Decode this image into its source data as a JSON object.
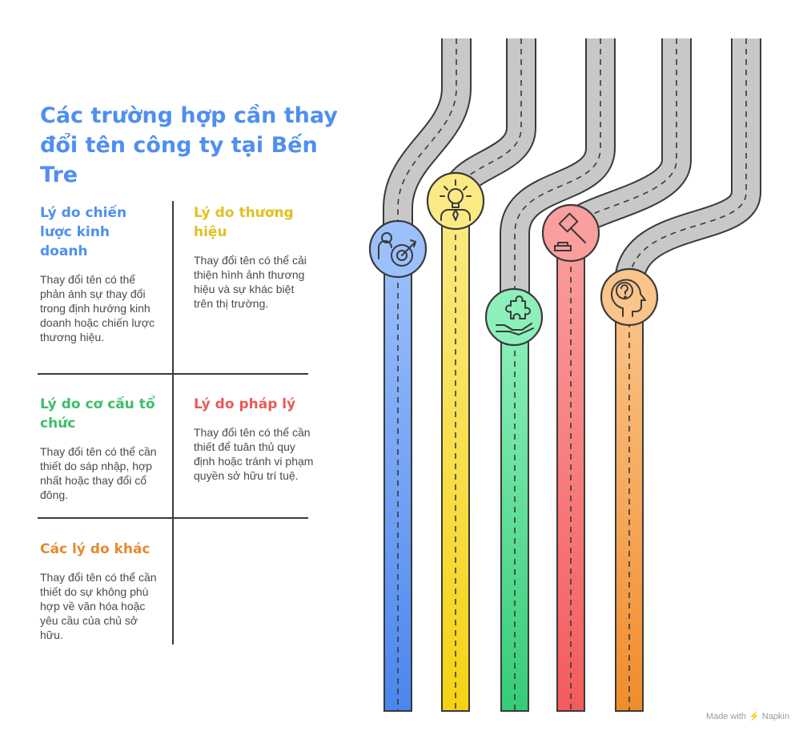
{
  "title_line1": "Các trường hợp cần thay",
  "title_line2": "đổi tên công ty tại Bến Tre",
  "reasons": [
    {
      "heading": "Lý do chiến lược kinh doanh",
      "text": "Thay đổi tên có thể phản ánh sự thay đổi trong định hướng kinh doanh hoặc chiến lược thương hiệu.",
      "color": "#4f8ff0",
      "icon": "target-person-icon"
    },
    {
      "heading": "Lý do thương hiệu",
      "text": "Thay đổi tên có thể cải thiện hình ảnh thương hiệu và sự khác biệt trên thị trường.",
      "color": "#e0c020",
      "icon": "lightbulb-person-icon"
    },
    {
      "heading": "Lý do cơ cấu tổ chức",
      "text": "Thay đổi tên có thể cần thiết do sáp nhập, hợp nhất hoặc thay đổi cổ đông.",
      "color": "#3cbf6a",
      "icon": "puzzle-hand-icon"
    },
    {
      "heading": "Lý do pháp lý",
      "text": "Thay đổi tên có thể cần thiết để tuân thủ quy định hoặc tránh vi phạm quyền sở hữu trí tuệ.",
      "color": "#e85a5a",
      "icon": "gavel-icon"
    },
    {
      "heading": "Các lý do khác",
      "text": "Thay đổi tên có thể cần thiết do sự không phù hợp về văn hóa hoặc yêu cầu của chủ sở hữu.",
      "color": "#e58a2e",
      "icon": "head-question-icon"
    }
  ],
  "footer": "Made with ⚡ Napkin"
}
